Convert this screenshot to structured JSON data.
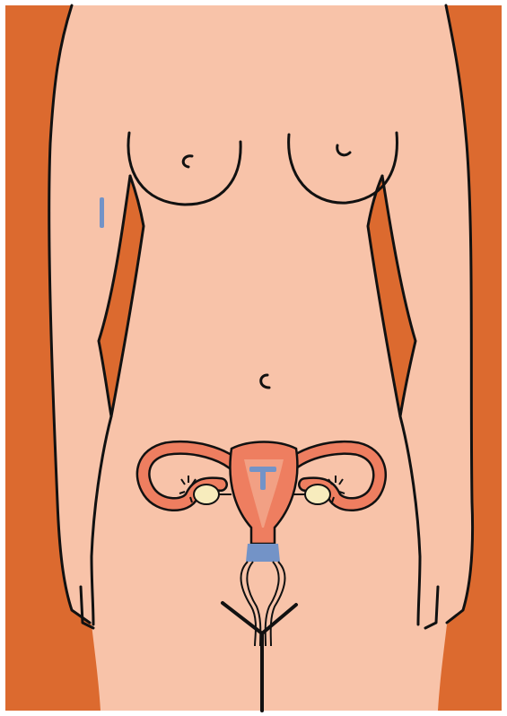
{
  "figure": {
    "subject": "female-torso-with-contraceptive-methods",
    "colors": {
      "background": "#dc6a2f",
      "skin": "#f8c3a9",
      "outline": "#111111",
      "uterus": "#ee7e60",
      "uterus_lining": "#f2a084",
      "ovary": "#f7ecbd",
      "device_blue": "#7393c7",
      "frame": "#ffffff"
    },
    "items": [
      {
        "key": "implant",
        "icon": "implant-rod-icon"
      },
      {
        "key": "iud",
        "icon": "t-shaped-iud-icon"
      },
      {
        "key": "cervical-cap",
        "icon": "cervical-cap-icon"
      }
    ]
  }
}
